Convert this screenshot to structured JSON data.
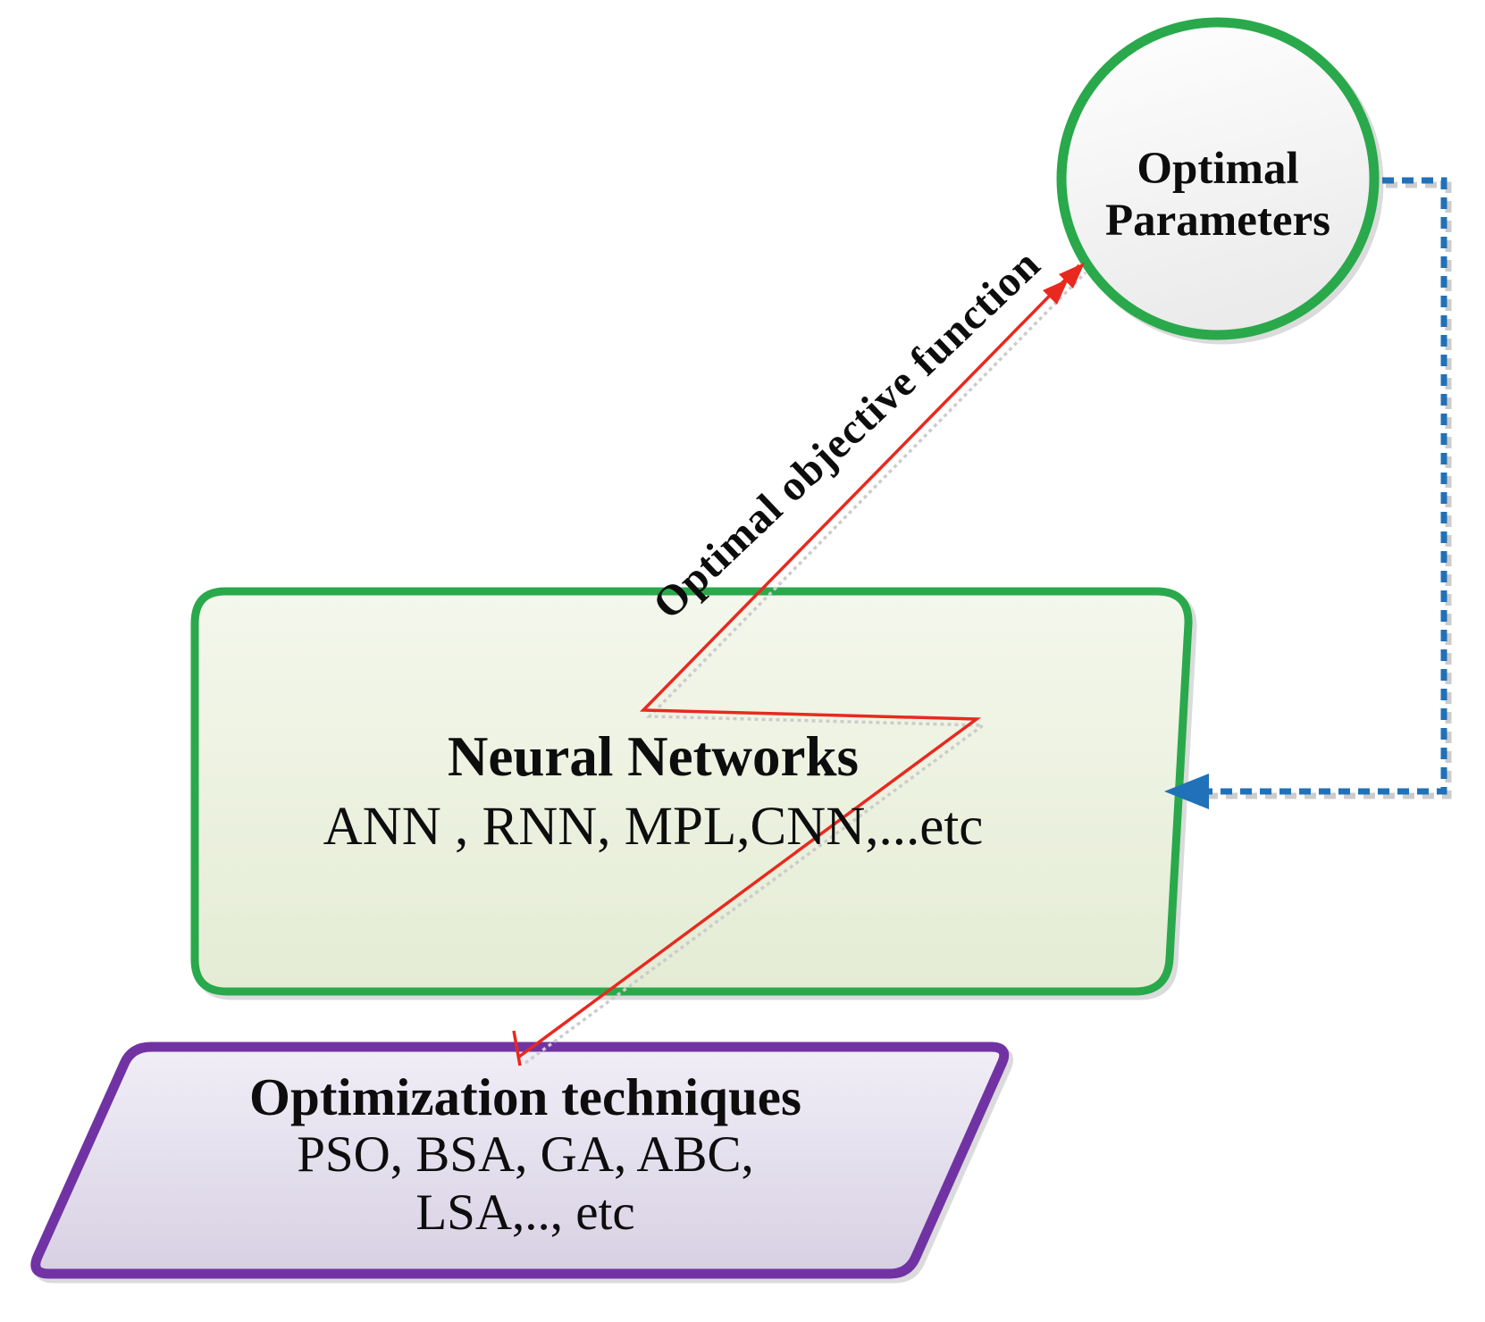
{
  "diagram": {
    "optimal_parameters": {
      "line1": "Optimal",
      "line2": "Parameters"
    },
    "neural_networks": {
      "title": "Neural Networks",
      "models": "ANN , RNN, MPL,CNN,...etc"
    },
    "optimization": {
      "title": "Optimization techniques",
      "line2": "PSO, BSA, GA, ABC,",
      "line3": "LSA,.., etc"
    },
    "edge_labels": {
      "objective_function": "Optimal objective function"
    }
  },
  "colors": {
    "green": "#29a94b",
    "purple": "#7133a3",
    "red": "#e8291f",
    "blue": "#2071b8",
    "shadow_gray": "#cccccc",
    "text": "#0d0d0d"
  }
}
